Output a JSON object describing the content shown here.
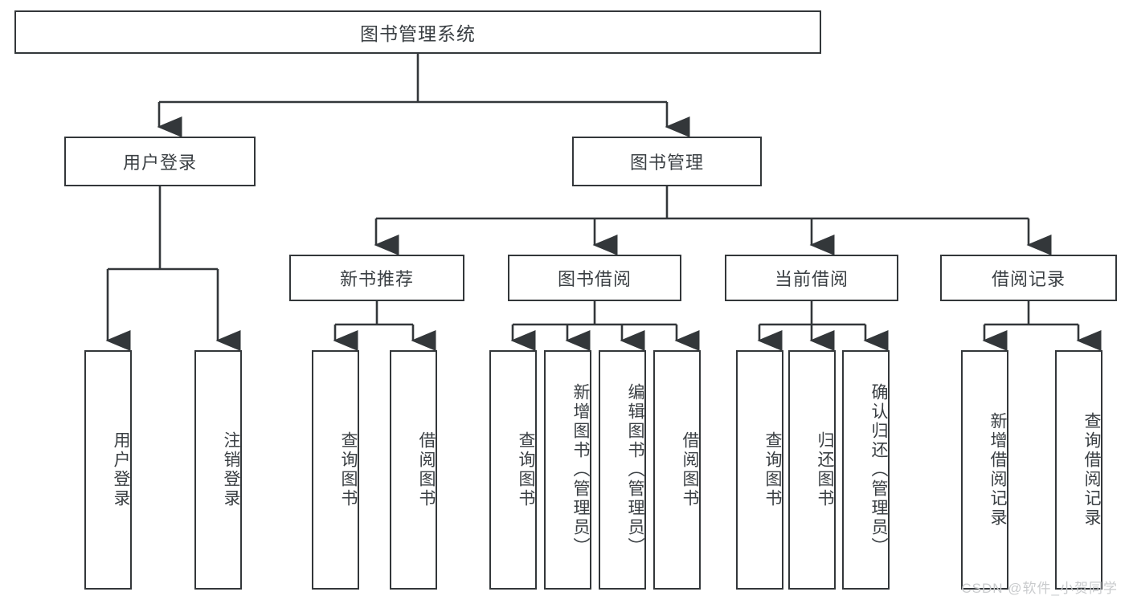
{
  "diagram": {
    "title": "图书管理系统",
    "type": "tree-hierarchy-chart",
    "line_color": "#33373a",
    "text_color": "#3a3f43",
    "background": "#ffffff"
  },
  "root": {
    "label": "图书管理系统"
  },
  "level2": [
    {
      "label": "用户登录"
    },
    {
      "label": "图书管理"
    }
  ],
  "level3": [
    {
      "label": "新书推荐"
    },
    {
      "label": "图书借阅"
    },
    {
      "label": "当前借阅"
    },
    {
      "label": "借阅记录"
    }
  ],
  "leaves": {
    "user_login": [
      {
        "label": "用户登录"
      },
      {
        "label": "注销登录"
      }
    ],
    "new_book": [
      {
        "label": "查询图书"
      },
      {
        "label": "借阅图书"
      }
    ],
    "borrow": [
      {
        "label": "查询图书"
      },
      {
        "label": "新增图书（管理员）"
      },
      {
        "label": "编辑图书（管理员）"
      },
      {
        "label": "借阅图书"
      }
    ],
    "current": [
      {
        "label": "查询图书"
      },
      {
        "label": "归还图书"
      },
      {
        "label": "确认归还（管理员）"
      }
    ],
    "records": [
      {
        "label": "新增借阅记录"
      },
      {
        "label": "查询借阅记录"
      }
    ]
  },
  "watermark": {
    "text": "CSDN @软件_小贺同学"
  }
}
